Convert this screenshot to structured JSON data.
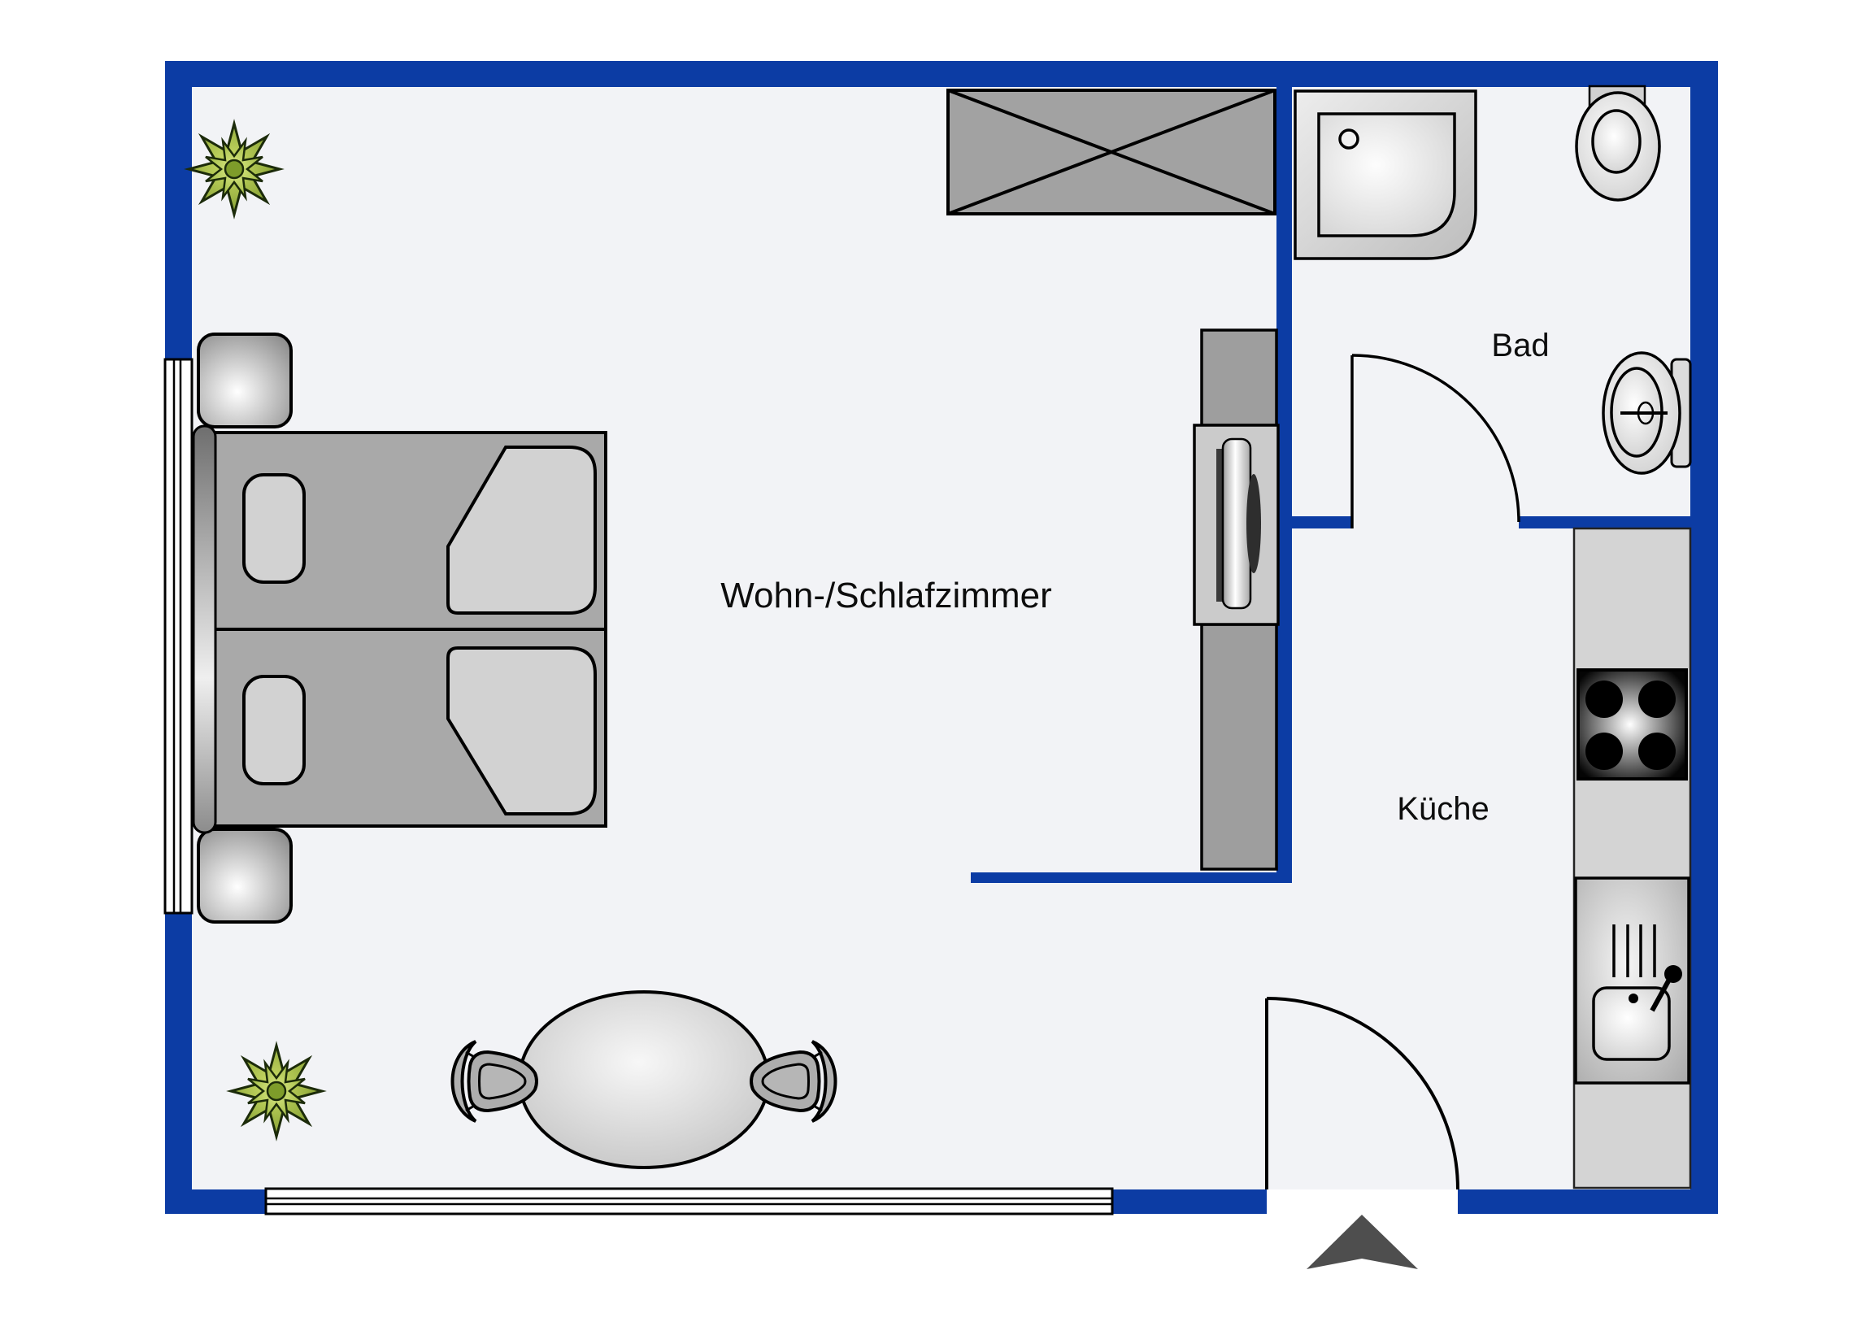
{
  "plan": {
    "type": "apartment-floor-plan",
    "rooms": {
      "living": {
        "label": "Wohn-/Schlafzimmer"
      },
      "bath": {
        "label": "Bad"
      },
      "kitchen": {
        "label": "Küche"
      }
    },
    "symbols": [
      "double-bed",
      "headboard",
      "pillow",
      "blanket",
      "nightstand",
      "wardrobe-crossed",
      "tv-sideboard",
      "dining-table",
      "chair",
      "shower",
      "toilet",
      "washbasin",
      "kitchen-counter",
      "stove-4-burners",
      "kitchen-sink",
      "window",
      "door-swing",
      "potted-plant",
      "north-arrow"
    ],
    "colors": {
      "wall_blue": "#0C3CA4",
      "floor": "#F2F3F6",
      "background": "#FFFFFF",
      "furniture_gray": "#A9A9A9",
      "furniture_light_gray": "#D2D2D2",
      "column_gray": "#9E9E9E",
      "counter_gray": "#D4D4D4",
      "plant_green": "#8CA930",
      "north_arrow_gray": "#4E4E4E",
      "outline_black": "#000000",
      "window_white": "#FFFFFF"
    }
  }
}
